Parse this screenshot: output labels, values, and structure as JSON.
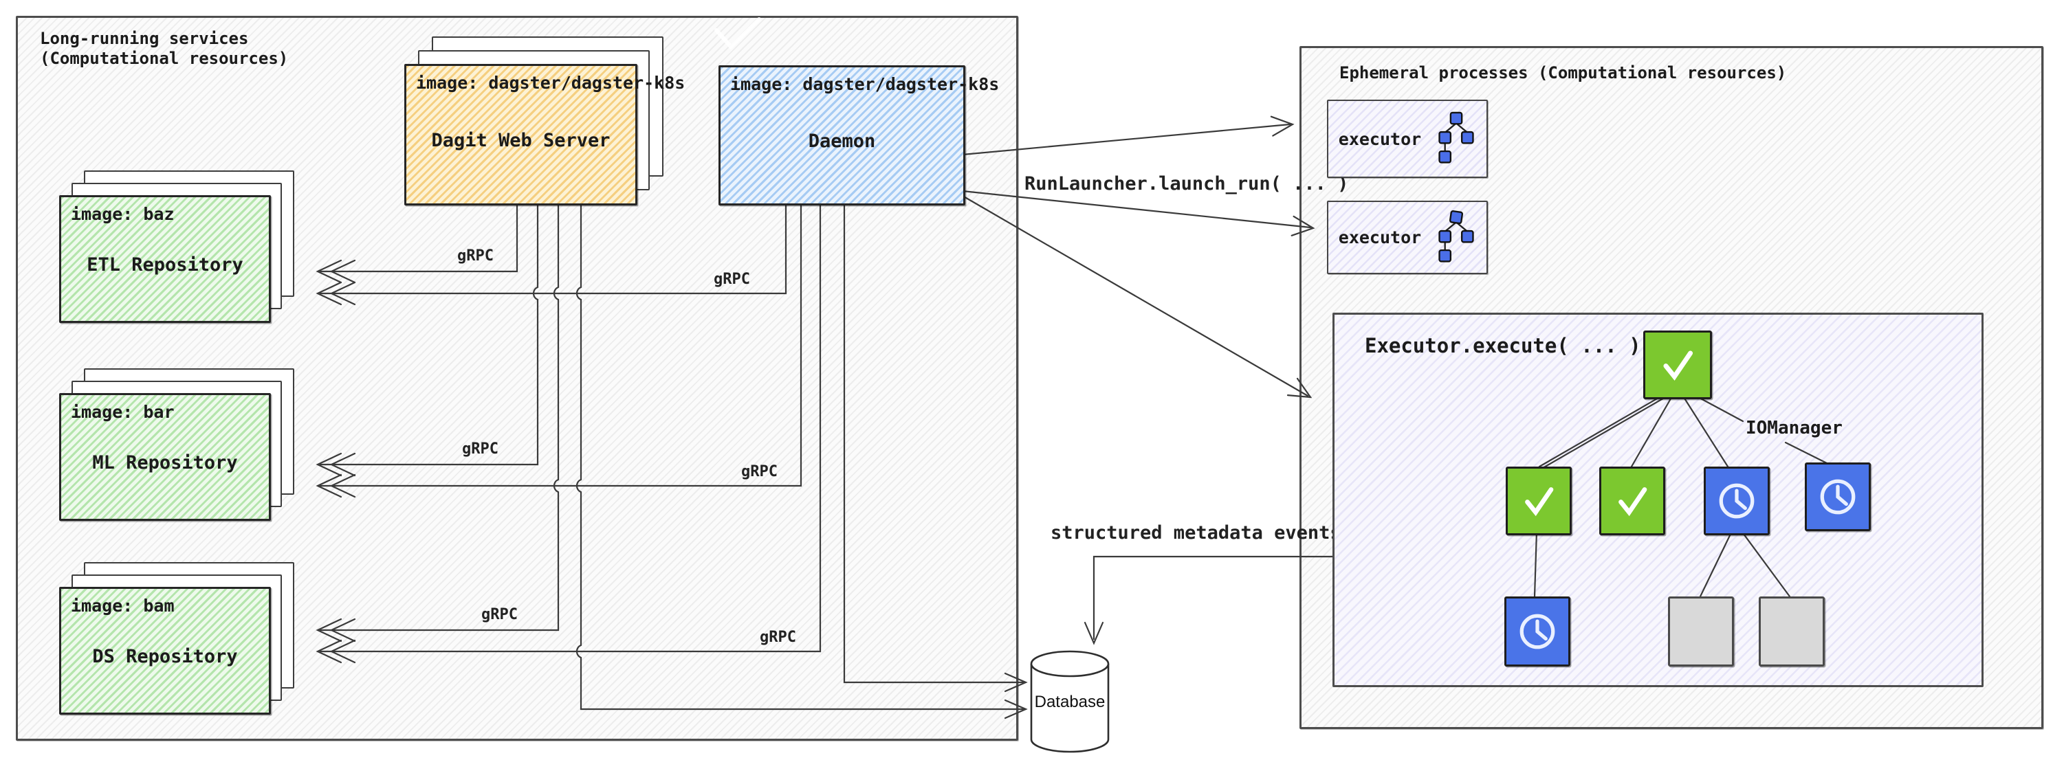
{
  "left_panel": {
    "title_line1": "Long-running services",
    "title_line2": "(Computational resources)"
  },
  "right_panel": {
    "title": "Ephemeral processes (Computational resources)",
    "executors": [
      {
        "label": "executor",
        "icon": "dag-icon"
      },
      {
        "label": "executor",
        "icon": "dag-icon"
      }
    ]
  },
  "boxes": {
    "dagit": {
      "image_label": "image: dagster/dagster-k8s",
      "name": "Dagit Web Server"
    },
    "daemon": {
      "image_label": "image: dagster/dagster-k8s",
      "name": "Daemon"
    },
    "repos": [
      {
        "image_label": "image: baz",
        "name": "ETL Repository"
      },
      {
        "image_label": "image: bar",
        "name": "ML Repository"
      },
      {
        "image_label": "image: bam",
        "name": "DS Repository"
      }
    ]
  },
  "labels": {
    "grpc": "gRPC",
    "run_launcher": "RunLauncher.launch_run( ... )",
    "structured_metadata": "structured metadata events",
    "executor_execute": "Executor.execute( ... )",
    "io_manager": "IOManager"
  },
  "database": {
    "label": "Database"
  },
  "execution_tree": {
    "root": {
      "status": "success",
      "icon": "check-icon"
    },
    "level2": [
      {
        "status": "success",
        "icon": "check-icon"
      },
      {
        "status": "success",
        "icon": "check-icon"
      },
      {
        "status": "in_progress",
        "icon": "clock-icon"
      },
      {
        "status": "in_progress",
        "icon": "clock-icon",
        "edge_label": "IOManager"
      }
    ],
    "level3": [
      {
        "status": "in_progress",
        "icon": "clock-icon",
        "parent": "level2[0]"
      },
      {
        "status": "not_started",
        "icon": "blank-box",
        "parent": "level2[2]"
      },
      {
        "status": "not_started",
        "icon": "blank-box",
        "parent": "level2[2]"
      }
    ]
  },
  "colors": {
    "box_orange": "#f5cf80",
    "box_blue": "#a6cbf3",
    "box_green": "#b4e5ac",
    "box_lavender": "#e4e2f7",
    "node_success_green": "#7cc82f",
    "node_clock_blue": "#4a74e8",
    "node_idle_gray": "#d9d9d9",
    "line_dark": "#3a3a3a"
  }
}
